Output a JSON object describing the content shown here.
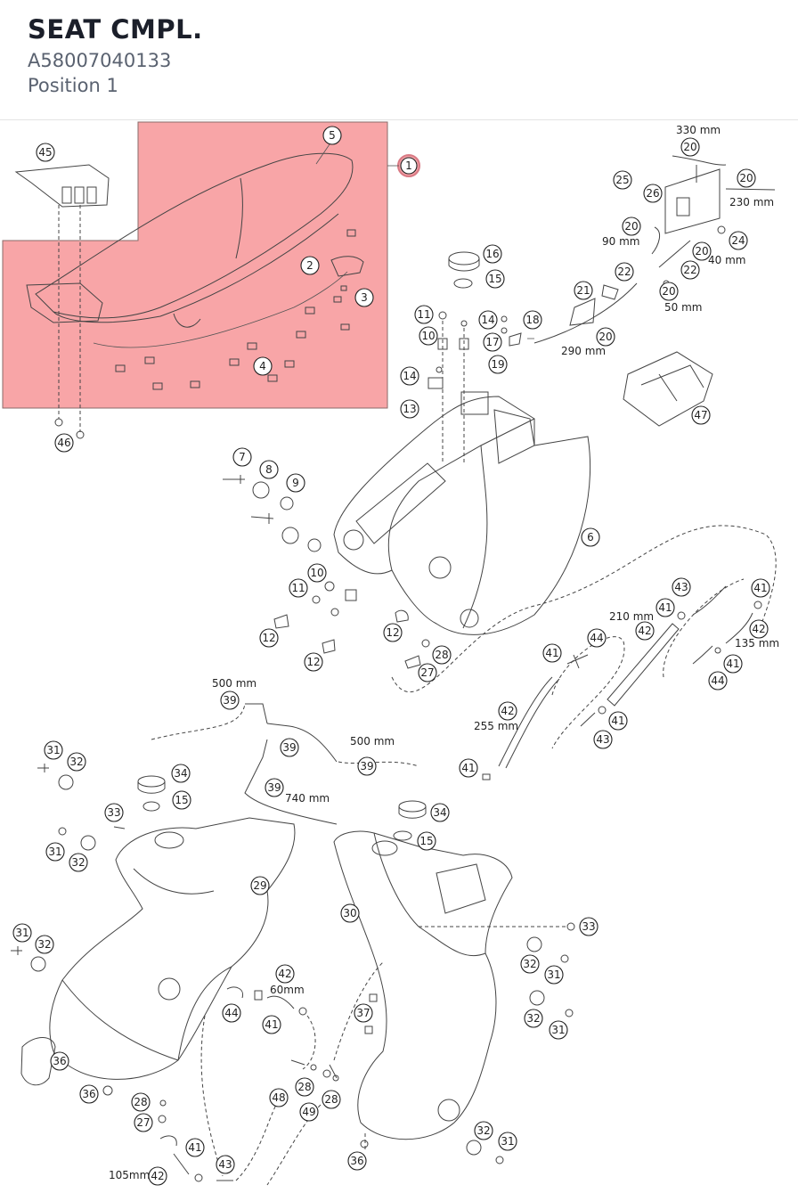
{
  "header": {
    "title": "SEAT CMPL.",
    "part_number": "A58007040133",
    "position": "Position 1"
  },
  "colors": {
    "highlight_fill": "#f8a5a7",
    "highlight_border": "#8a6a6a",
    "active_callout": "#f2a0a6",
    "line": "#444444"
  },
  "callouts": {
    "c45": "45",
    "c5": "5",
    "c1": "1",
    "c2": "2",
    "c3": "3",
    "c4": "4",
    "c46": "46",
    "c16": "16",
    "c15a": "15",
    "c11a": "11",
    "c10a": "10",
    "c14a": "14",
    "c18": "18",
    "c17": "17",
    "c19": "19",
    "c14b": "14",
    "c13": "13",
    "c20a": "20",
    "c20b": "20",
    "c20c": "20",
    "c20d": "20",
    "c20e": "20",
    "c20f": "20",
    "c25": "25",
    "c26": "26",
    "c24": "24",
    "c22a": "22",
    "c22b": "22",
    "c21": "21",
    "c47": "47",
    "c7": "7",
    "c8": "8",
    "c9": "9",
    "c6": "6",
    "c10b": "10",
    "c11b": "11",
    "c12a": "12",
    "c12b": "12",
    "c12c": "12",
    "c28a": "28",
    "c27a": "27",
    "c43a": "43",
    "c41a": "41",
    "c41b": "41",
    "c42a": "42",
    "c41c": "41",
    "c44a": "44",
    "c44b": "44",
    "c41d": "41",
    "c42b": "42",
    "c41e": "41",
    "c43b": "43",
    "c41f": "41",
    "c39a": "39",
    "c39b": "39",
    "c39c": "39",
    "c39d": "39",
    "c31a": "31",
    "c32a": "32",
    "c34a": "34",
    "c15b": "15",
    "c33a": "33",
    "c31b": "31",
    "c32b": "32",
    "c34b": "34",
    "c15c": "15",
    "c29": "29",
    "c30": "30",
    "c33b": "33",
    "c31c": "31",
    "c32c": "32",
    "c32d": "32",
    "c31d": "31",
    "c32e": "32",
    "c31e": "31",
    "c42c": "42",
    "c44c": "44",
    "c41g": "41",
    "c37": "37",
    "c36a": "36",
    "c36b": "36",
    "c28b": "28",
    "c27b": "27",
    "c48": "48",
    "c28c": "28",
    "c49": "49",
    "c28d": "28",
    "c41h": "41",
    "c43c": "43",
    "c42d": "42",
    "c36c": "36",
    "c32f": "32",
    "c31f": "31"
  },
  "dimensions": {
    "d330": "330 mm",
    "d230": "230 mm",
    "d90": "90 mm",
    "d40": "40 mm",
    "d50": "50 mm",
    "d290": "290 mm",
    "d210": "210 mm",
    "d135": "135 mm",
    "d255": "255 mm",
    "d500a": "500 mm",
    "d500b": "500 mm",
    "d740": "740 mm",
    "d60": "60mm",
    "d105": "105mm"
  }
}
